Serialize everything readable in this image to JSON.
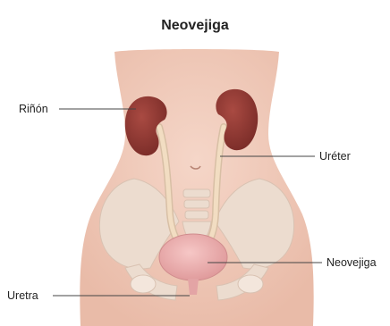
{
  "title": "Neovejiga",
  "labels": {
    "kidney": "Riñón",
    "ureter": "Uréter",
    "neobladder": "Neovejiga",
    "urethra": "Uretra"
  },
  "colors": {
    "skin": "#f0c9b8",
    "bone": "#ead9cc",
    "kidney": "#8b3530",
    "ureter": "#f2ddc2",
    "neobladder": "#e9a9aa",
    "leader": "#444444"
  }
}
